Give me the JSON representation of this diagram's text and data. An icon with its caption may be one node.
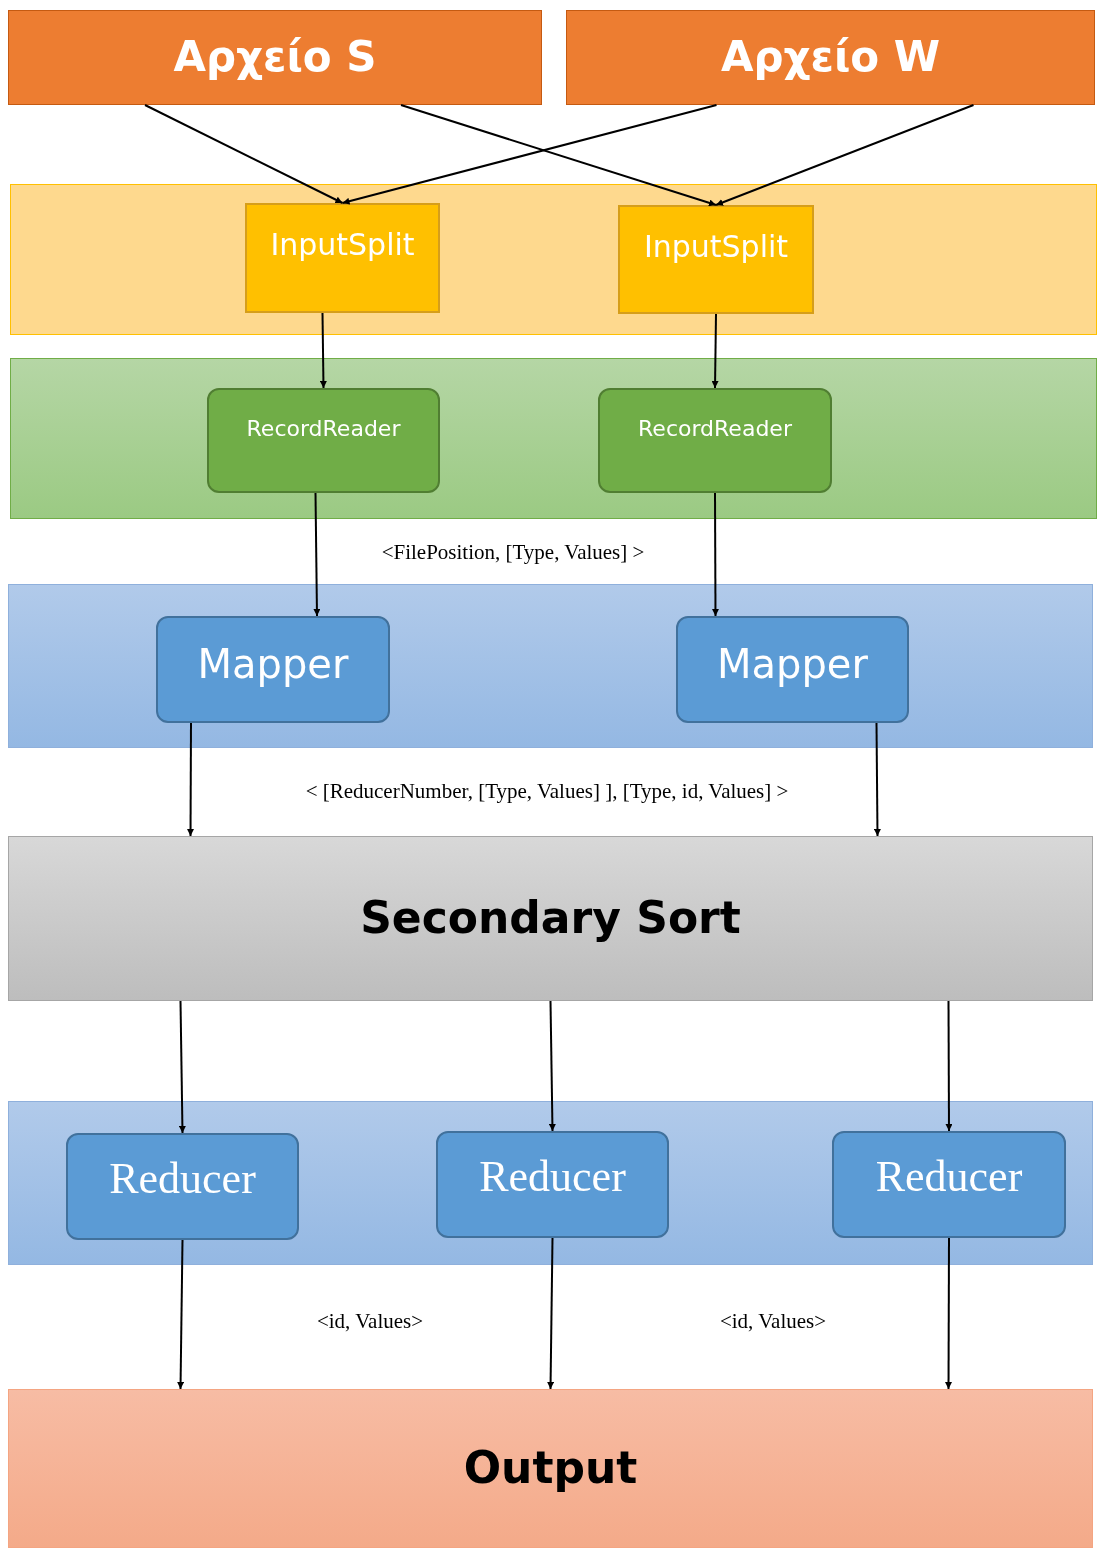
{
  "diagram": {
    "nodes": [
      {
        "text": [
          "Αρχείο S"
        ]
      },
      {
        "text": [
          "Αρχείο W"
        ]
      },
      {
        "text": [],
        "shape": "box"
      },
      {
        "text": [
          "InputSplit"
        ],
        "in": 2
      },
      {
        "text": [
          "InputSplit"
        ],
        "in": 2
      },
      {
        "text": [],
        "shape": "box"
      },
      {
        "text": [
          "RecordReader"
        ],
        "in": 5
      },
      {
        "text": [
          "RecordReader"
        ],
        "in": 5
      },
      {
        "text": [],
        "shape": "box"
      },
      {
        "text": [
          "Mapper"
        ],
        "in": 8
      },
      {
        "text": [
          "Mapper"
        ],
        "in": 8
      },
      {
        "text": [
          "Secondary Sort"
        ]
      },
      {
        "text": [],
        "shape": "box"
      },
      {
        "text": [
          "Reducer"
        ],
        "in": 12
      },
      {
        "text": [
          "Reducer"
        ],
        "in": 12
      },
      {
        "text": [
          "Reducer"
        ],
        "in": 12
      },
      {
        "text": [
          "Output"
        ]
      }
    ],
    "edges": [
      {
        "from": 0,
        "to": 3,
        "arrow": "to"
      },
      {
        "from": 0,
        "to": 4,
        "arrow": "to"
      },
      {
        "from": 1,
        "to": 3,
        "arrow": "to"
      },
      {
        "from": 1,
        "to": 4,
        "arrow": "to"
      },
      {
        "from": 3,
        "to": 6,
        "arrow": "to"
      },
      {
        "from": 4,
        "to": 7,
        "arrow": "to"
      },
      {
        "from": 6,
        "to": 9,
        "arrow": "to"
      },
      {
        "from": 7,
        "to": 10,
        "arrow": "to"
      },
      {
        "from": 9,
        "to": 11,
        "arrow": "to"
      },
      {
        "from": 10,
        "to": 11,
        "arrow": "to"
      },
      {
        "from": 11,
        "to": 13,
        "arrow": "to"
      },
      {
        "from": 11,
        "to": 14,
        "arrow": "to"
      },
      {
        "from": 11,
        "to": 15,
        "arrow": "to"
      },
      {
        "from": 13,
        "to": 16,
        "arrow": "to"
      },
      {
        "from": 14,
        "to": 16,
        "arrow": "to"
      },
      {
        "from": 15,
        "to": 16,
        "arrow": "to"
      }
    ],
    "labels": [
      "<FilePosition, [Type, Values] >",
      "< [ReducerNumber, [Type, Values] ], [Type, id, Values] >",
      "<id, Values>",
      "<id, Values>"
    ]
  }
}
